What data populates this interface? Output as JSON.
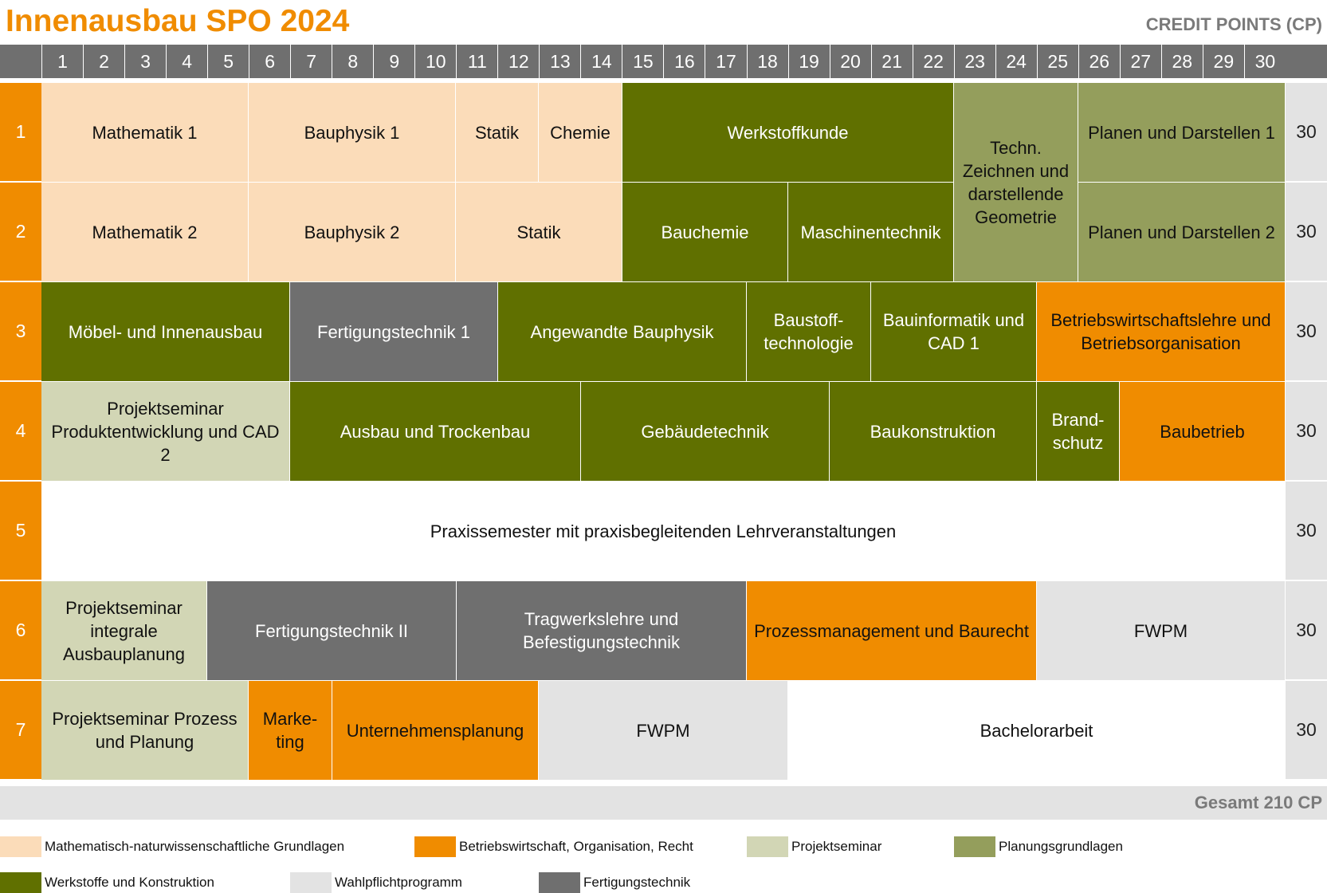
{
  "title": "Innenausbau SPO 2024",
  "cp_label": "CREDIT POINTS (CP)",
  "columns": [
    "1",
    "2",
    "3",
    "4",
    "5",
    "6",
    "7",
    "8",
    "9",
    "10",
    "11",
    "12",
    "13",
    "14",
    "15",
    "16",
    "17",
    "18",
    "19",
    "20",
    "21",
    "22",
    "23",
    "24",
    "25",
    "26",
    "27",
    "28",
    "29",
    "30"
  ],
  "semesters": [
    {
      "label": "1",
      "cp": "30"
    },
    {
      "label": "2",
      "cp": "30"
    },
    {
      "label": "3",
      "cp": "30"
    },
    {
      "label": "4",
      "cp": "30"
    },
    {
      "label": "5",
      "cp": "30"
    },
    {
      "label": "6",
      "cp": "30"
    },
    {
      "label": "7",
      "cp": "30"
    }
  ],
  "modules": {
    "m1_mathe1": "Mathematik 1",
    "m1_bauphysik1": "Bauphysik 1",
    "m1_statik": "Statik",
    "m1_chemie": "Chemie",
    "m1_werkstoffkunde": "Werkstoffkunde",
    "m12_technzeichnen": "Techn. Zeichnen und darstellende Geometrie",
    "m1_planen1": "Planen und Darstellen 1",
    "m2_mathe2": "Mathematik 2",
    "m2_bauphysik2": "Bauphysik 2",
    "m2_statik": "Statik",
    "m2_bauchemie": "Bauchemie",
    "m2_maschinentechnik": "Maschinentechnik",
    "m2_planen2": "Planen und Darstellen 2",
    "m3_moebel": "Möbel- und Innenausbau",
    "m3_fertigung1": "Fertigungstechnik 1",
    "m3_angewandte": "Angewandte Bauphysik",
    "m3_baustoff": "Baustoff-technologie",
    "m3_bauinformatik": "Bauinformatik und CAD 1",
    "m3_bwl": "Betriebswirtschaftslehre und Betriebsorganisation",
    "m4_projekt": "Projektseminar Produktentwicklung und CAD 2",
    "m4_ausbau": "Ausbau und Trockenbau",
    "m4_gebaeude": "Gebäudetechnik",
    "m4_baukonstruktion": "Baukonstruktion",
    "m4_brandschutz": "Brand-schutz",
    "m4_baubetrieb": "Baubetrieb",
    "m5_praxis": "Praxissemester mit praxisbegleitenden Lehrveranstaltungen",
    "m6_projekt": "Projektseminar integrale Ausbauplanung",
    "m6_fertigung2": "Fertigungstechnik II",
    "m6_tragwerk": "Tragwerkslehre und Befestigungstechnik",
    "m6_prozess": "Prozessmanagement und Baurecht",
    "m6_fwpm": "FWPM",
    "m7_projekt": "Projektseminar Prozess und Planung",
    "m7_marketing": "Marke-ting",
    "m7_unternehmen": "Unternehmensplanung",
    "m7_fwpm": "FWPM",
    "m7_bachelor": "Bachelorarbeit"
  },
  "total": "Gesamt 210 CP",
  "legend": [
    {
      "label": "Mathematisch-naturwissenschaftliche Grundlagen",
      "color": "#fbdcb9"
    },
    {
      "label": "Betriebswirtschaft, Organisation, Recht",
      "color": "#f08c00"
    },
    {
      "label": "Projektseminar",
      "color": "#d2d6b5"
    },
    {
      "label": "Planungsgrundlagen",
      "color": "#949e5c"
    },
    {
      "label": "Werkstoffe und Konstruktion",
      "color": "#607000"
    },
    {
      "label": "Wahlpflichtprogramm",
      "color": "#e3e3e3"
    },
    {
      "label": "Fertigungstechnik",
      "color": "#6f6f6f"
    }
  ]
}
